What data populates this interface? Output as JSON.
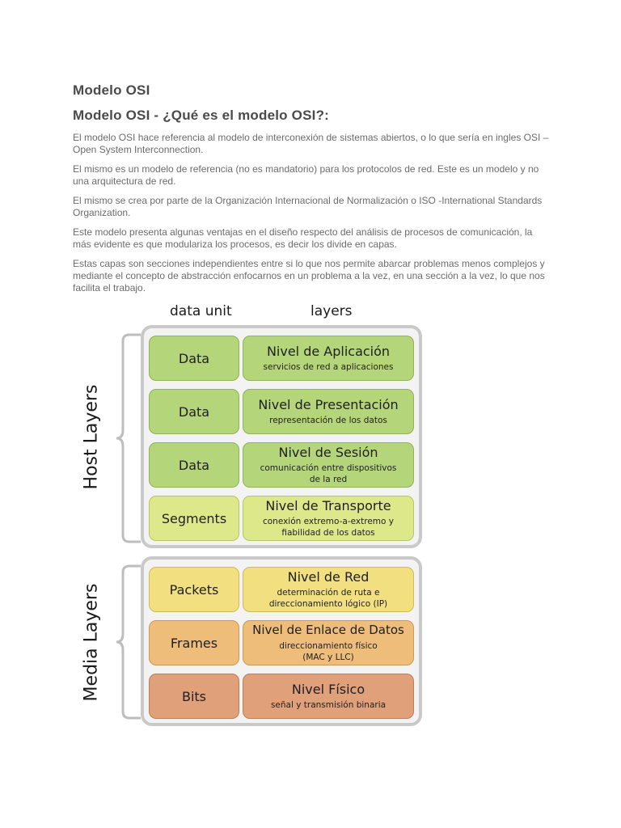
{
  "heading": "Modelo OSI",
  "subheading": "Modelo OSI - ¿Qué es el modelo OSI?:",
  "paragraphs": [
    "El modelo OSI hace referencia al modelo de interconexión de sistemas abiertos, o lo que sería en ingles OSI – Open System Interconnection.",
    "El mismo es un modelo de referencia (no es mandatorio) para los protocolos de red. Este es un modelo y no una arquitectura de red.",
    "El mismo se crea por parte de la Organización Internacional de Normalización o ISO -International Standards Organization.",
    "Este modelo presenta algunas ventajas en el diseño respecto del análisis de procesos de comunicación, la más evidente es que modulariza los procesos, es decir los divide en capas.",
    "Estas capas son secciones independientes entre si lo que nos permite abarcar problemas menos complejos y mediante el concepto de abstracción enfocarnos en un problema a la vez, en una sección a la vez, lo que nos facilita el trabajo."
  ],
  "diagram": {
    "col_unit": "data unit",
    "col_layers": "layers",
    "host_label": "Host Layers",
    "media_label": "Media Layers",
    "rows": [
      {
        "unit": "Data",
        "name": "Nivel de Aplicación",
        "desc": "servicios de red a aplicaciones",
        "fill": "#b5d57a",
        "border": "#8fb356"
      },
      {
        "unit": "Data",
        "name": "Nivel de Presentación",
        "desc": "representación de los datos",
        "fill": "#b5d57a",
        "border": "#8fb356"
      },
      {
        "unit": "Data",
        "name": "Nivel de Sesión",
        "desc": "comunicación entre dispositivos de la red",
        "fill": "#b5d57a",
        "border": "#8fb356"
      },
      {
        "unit": "Segments",
        "name": "Nivel de Transporte",
        "desc": "conexión extremo-a-extremo y fiabilidad de los datos",
        "fill": "#dde88a",
        "border": "#b8c566"
      },
      {
        "unit": "Packets",
        "name": "Nivel de Red",
        "desc": "determinación de ruta e direccionamiento lógico (IP)",
        "fill": "#f2df7f",
        "border": "#cfba5a"
      },
      {
        "unit": "Frames",
        "name": "Nivel de Enlace de Datos",
        "desc": "direccionamiento físico (MAC y LLC)",
        "fill": "#edbd79",
        "border": "#c99a55"
      },
      {
        "unit": "Bits",
        "name": "Nivel Físico",
        "desc": "señal y transmisión binaria",
        "fill": "#dfa07a",
        "border": "#bb7f5b"
      }
    ]
  }
}
